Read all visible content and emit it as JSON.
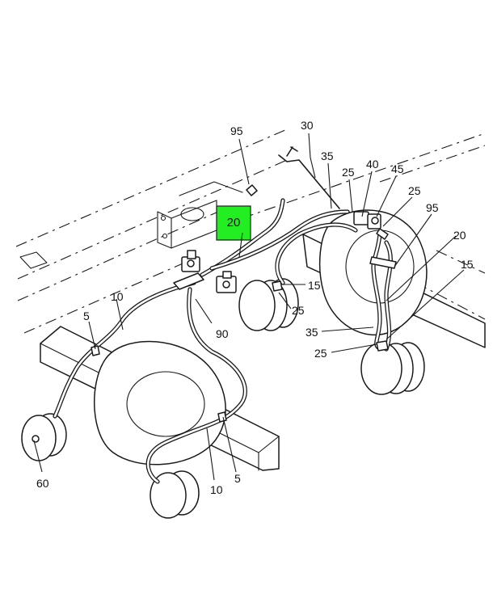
{
  "highlight": {
    "label": "20",
    "color": "#22ee22"
  },
  "callouts": {
    "c95_top": "95",
    "c30": "30",
    "c35_top": "35",
    "c25_a": "25",
    "c40": "40",
    "c45": "45",
    "c25_b": "25",
    "c95_right": "95",
    "c20_right": "20",
    "c15_right": "15",
    "c15_mid": "15",
    "c25_mid": "25",
    "c10_left": "10",
    "c5_left": "5",
    "c90": "90",
    "c35_bottom": "35",
    "c25_bottom": "25",
    "c60": "60",
    "c10_bottom": "10",
    "c5_bottom": "5"
  }
}
